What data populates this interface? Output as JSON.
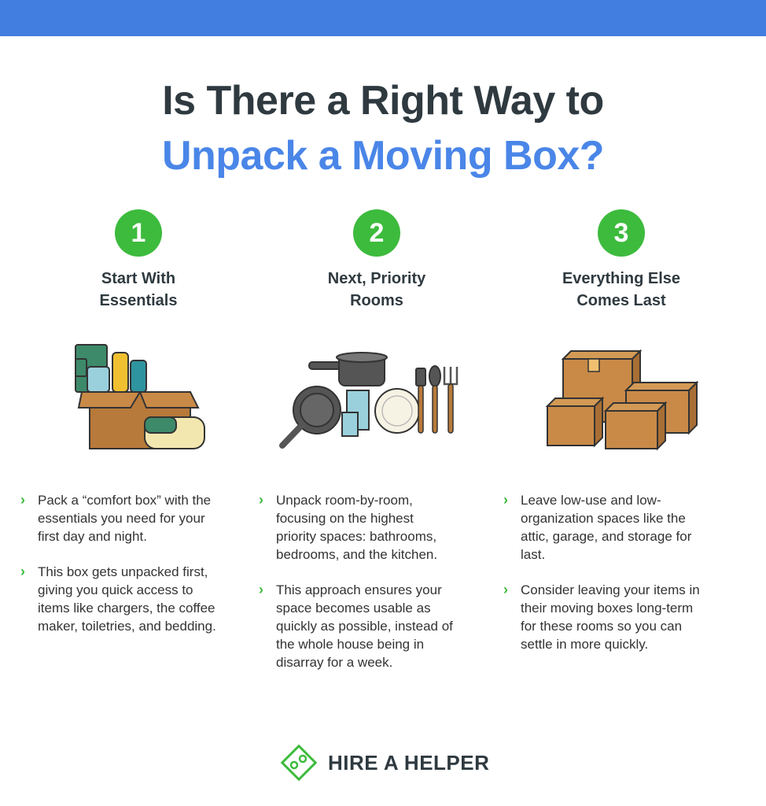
{
  "title": {
    "line1": "Is There a Right Way to",
    "line2": "Unpack a Moving Box?"
  },
  "steps": [
    {
      "number": "1",
      "heading1": "Start With",
      "heading2": "Essentials",
      "icon": "essentials-box-icon",
      "bullets": [
        "Pack a “comfort box” with the essentials you need for your first day and night.",
        "This box gets unpacked first, giving you quick access to items like chargers, the coffee maker, toiletries, and bedding."
      ]
    },
    {
      "number": "2",
      "heading1": "Next, Priority",
      "heading2": "Rooms",
      "icon": "kitchenware-icon",
      "bullets": [
        "Unpack room-by-room, focusing on the highest priority spaces: bathrooms, bedrooms, and the kitchen.",
        "This approach ensures your space becomes usable as quickly as possible, instead of the whole house being in disarray for a week."
      ]
    },
    {
      "number": "3",
      "heading1": "Everything Else",
      "heading2": "Comes Last",
      "icon": "stacked-boxes-icon",
      "bullets": [
        "Leave low-use and low-organization spaces like the attic, garage, and storage for last.",
        "Consider leaving your items in their moving boxes long-term for these rooms so you can settle in more quickly."
      ]
    }
  ],
  "logo": {
    "text": "HIRE A HELPER"
  },
  "colors": {
    "blue": "#427de0",
    "green": "#3dbb3d",
    "dark": "#2f3a40"
  }
}
